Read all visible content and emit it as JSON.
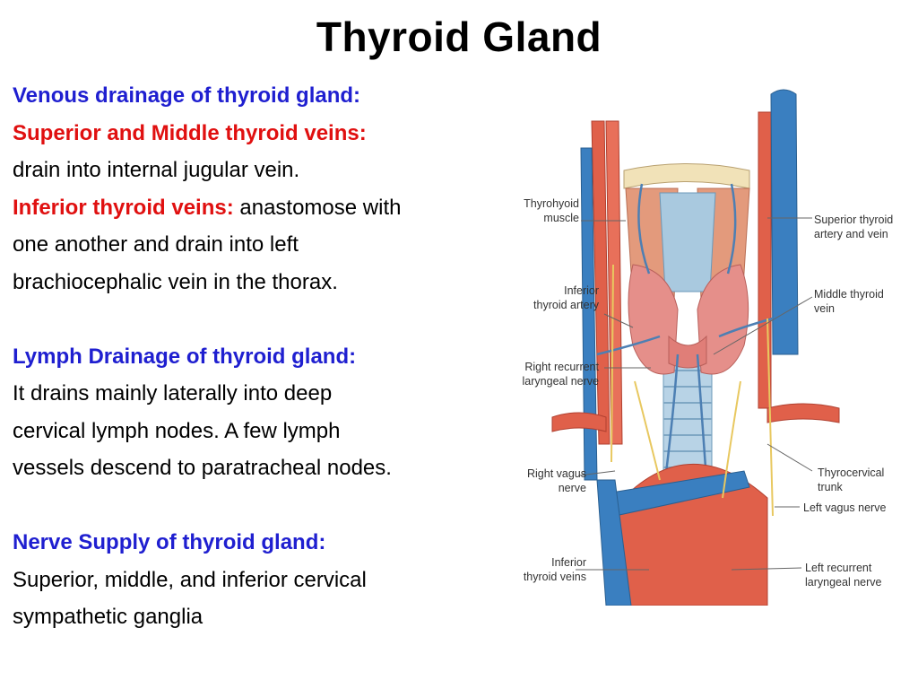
{
  "title": "Thyroid Gland",
  "venous": {
    "heading": "Venous drainage of thyroid gland:",
    "sup_mid_heading": "Superior and Middle thyroid veins:",
    "sup_mid_text": "drain into internal jugular vein.",
    "inf_heading": "Inferior thyroid veins:",
    "inf_text_1": " anastomose with",
    "inf_text_2": "one another and drain into left",
    "inf_text_3": "brachiocephalic vein in the thorax."
  },
  "lymph": {
    "heading": "Lymph Drainage of thyroid gland:",
    "line_1": "It drains mainly laterally into deep",
    "line_2": "cervical lymph nodes. A few lymph",
    "line_3": "vessels descend to paratracheal nodes."
  },
  "nerve": {
    "heading": "Nerve Supply of thyroid gland:",
    "line_1": "Superior, middle, and inferior cervical",
    "line_2": "sympathetic ganglia"
  },
  "figure_labels": {
    "thyrohyoid_1": "Thyrohyoid",
    "thyrohyoid_2": "muscle",
    "inf_artery_1": "Inferior",
    "inf_artery_2": "thyroid artery",
    "right_recurrent_1": "Right recurrent",
    "right_recurrent_2": "laryngeal nerve",
    "right_vagus_1": "Right vagus",
    "right_vagus_2": "nerve",
    "inf_veins_1": "Inferior",
    "inf_veins_2": "thyroid veins",
    "sup_thyroid_1": "Superior thyroid",
    "sup_thyroid_2": "artery and vein",
    "mid_vein_1": "Middle thyroid",
    "mid_vein_2": "vein",
    "thyrocervical_1": "Thyrocervical",
    "thyrocervical_2": "trunk",
    "left_vagus": "Left vagus nerve",
    "left_recurrent_1": "Left recurrent",
    "left_recurrent_2": "laryngeal nerve"
  },
  "colors": {
    "heading_blue": "#1f1fd0",
    "heading_red": "#e01010",
    "artery": "#e0604a",
    "vein": "#3a7fc0",
    "nerve": "#e8c860",
    "thyroid": "#e58f8a"
  }
}
